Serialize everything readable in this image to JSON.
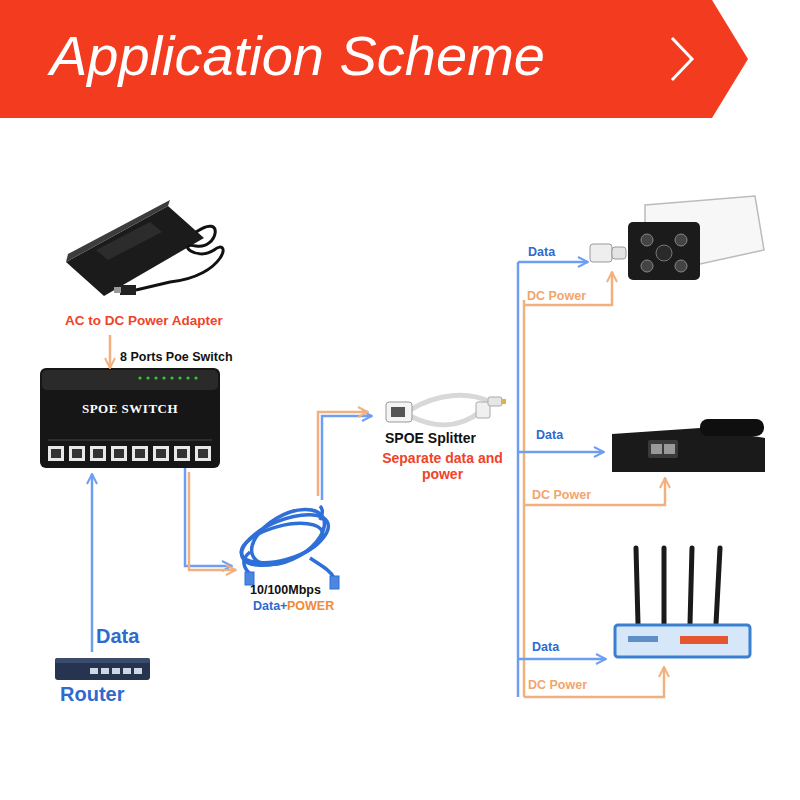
{
  "diagram": {
    "title": "Application Scheme",
    "nodes": [
      {
        "text": [
          "AC to DC Power Adapter"
        ]
      },
      {
        "text": [
          "8 Ports Poe Switch",
          "SPOE SWITCH"
        ]
      },
      {
        "text": [
          "Router"
        ]
      },
      {
        "text": [
          "10/100Mbps",
          "Data+",
          "POWER"
        ]
      },
      {
        "text": [
          "SPOE Splitter",
          "Separate data and power"
        ]
      }
    ],
    "edges": [
      {
        "from": 0,
        "to": 1,
        "arrow": "to"
      },
      {
        "from": 2,
        "to": 1,
        "label": "Data",
        "arrow": "to"
      },
      {
        "from": 1,
        "to": 3,
        "arrow": "to"
      },
      {
        "from": 3,
        "to": 4,
        "arrow": "to"
      }
    ],
    "labels": [
      "Data",
      "DC Power",
      "Data",
      "DC Power",
      "Data",
      "DC Power"
    ]
  }
}
